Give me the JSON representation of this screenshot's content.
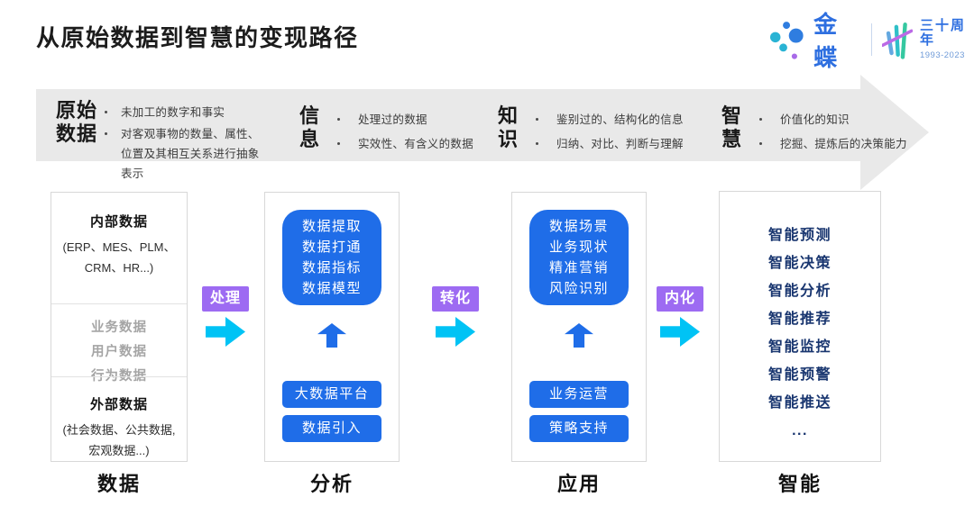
{
  "title": "从原始数据到智慧的变现路径",
  "logo": {
    "brand": "金蝶",
    "anniversary": "三十周年",
    "years": "1993-2023"
  },
  "banner": {
    "stages": [
      {
        "header_lines": [
          "原始",
          "数据"
        ],
        "bullets": [
          "未加工的数字和事实",
          "对客观事物的数量、属性、位置及其相互关系进行抽象表示"
        ]
      },
      {
        "header_lines": [
          "信",
          "息"
        ],
        "bullets": [
          "处理过的数据",
          "实效性、有含义的数据"
        ]
      },
      {
        "header_lines": [
          "知",
          "识"
        ],
        "bullets": [
          "鉴别过的、结构化的信息",
          "归纳、对比、判断与理解"
        ]
      },
      {
        "header_lines": [
          "智",
          "慧"
        ],
        "bullets": [
          "价值化的知识",
          "挖掘、提炼后的决策能力"
        ]
      }
    ]
  },
  "columns": {
    "data": {
      "internal_title": "内部数据",
      "internal_detail_lines": [
        "(ERP、MES、PLM、",
        "CRM、HR...)"
      ],
      "middle_items": [
        "业务数据",
        "用户数据",
        "行为数据"
      ],
      "external_title": "外部数据",
      "external_detail_lines": [
        "(社会数据、公共数据,",
        "宏观数据...)"
      ],
      "footer": "数据"
    },
    "analysis": {
      "card_lines": [
        "数据提取",
        "数据打通",
        "数据指标",
        "数据模型"
      ],
      "buttons": [
        "大数据平台",
        "数据引入"
      ],
      "footer": "分析"
    },
    "application": {
      "card_lines": [
        "数据场景",
        "业务现状",
        "精准营销",
        "风险识别"
      ],
      "buttons": [
        "业务运营",
        "策略支持"
      ],
      "footer": "应用"
    },
    "intelligence": {
      "items": [
        "智能预测",
        "智能决策",
        "智能分析",
        "智能推荐",
        "智能监控",
        "智能预警",
        "智能推送",
        "..."
      ],
      "footer": "智能"
    }
  },
  "flow_labels": [
    "处理",
    "转化",
    "内化"
  ],
  "colors": {
    "blue": "#1f6de8",
    "cyan": "#00c3f5",
    "purple": "#9d6bf2",
    "navy": "#18356f",
    "banner_gray": "#e9e9e9",
    "brand_blue": "#2e6fe0"
  }
}
